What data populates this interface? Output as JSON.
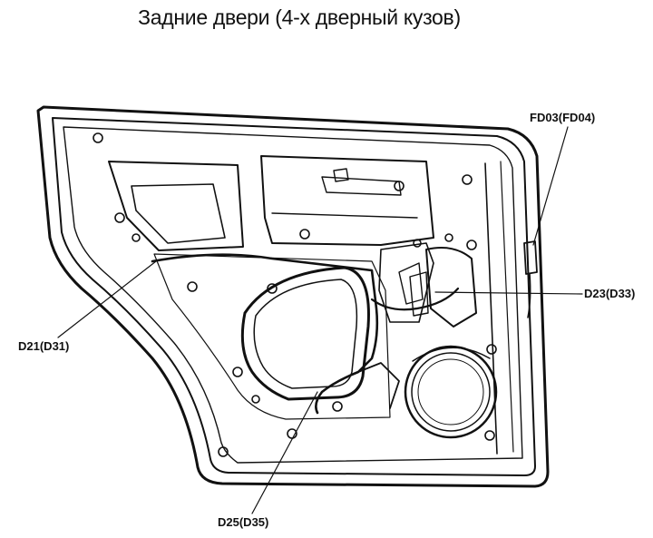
{
  "title": "Задние двери (4-х дверный кузов)",
  "labels": {
    "fd03": "FD03(FD04)",
    "d23": "D23(D33)",
    "d21": "D21(D31)",
    "d25": "D25(D35)"
  },
  "colors": {
    "ink": "#111111",
    "paper": "#ffffff"
  }
}
